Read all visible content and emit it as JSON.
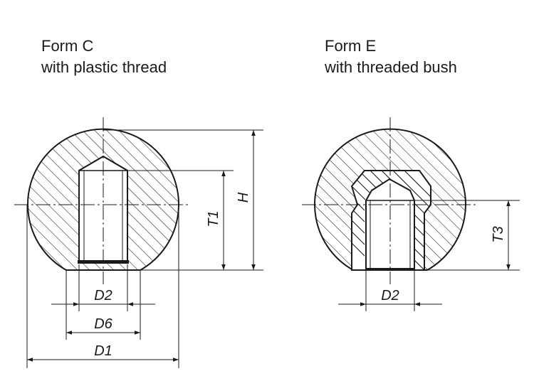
{
  "form_c": {
    "title": "Form C",
    "subtitle": "with plastic thread",
    "dims": {
      "d2": "D2",
      "d6": "D6",
      "d1": "D1",
      "t1": "T1",
      "h": "H"
    }
  },
  "form_e": {
    "title": "Form E",
    "subtitle": "with threaded bush",
    "dims": {
      "d2": "D2",
      "t3": "T3"
    }
  },
  "colors": {
    "line": "#1a1a1a",
    "background": "#ffffff"
  }
}
